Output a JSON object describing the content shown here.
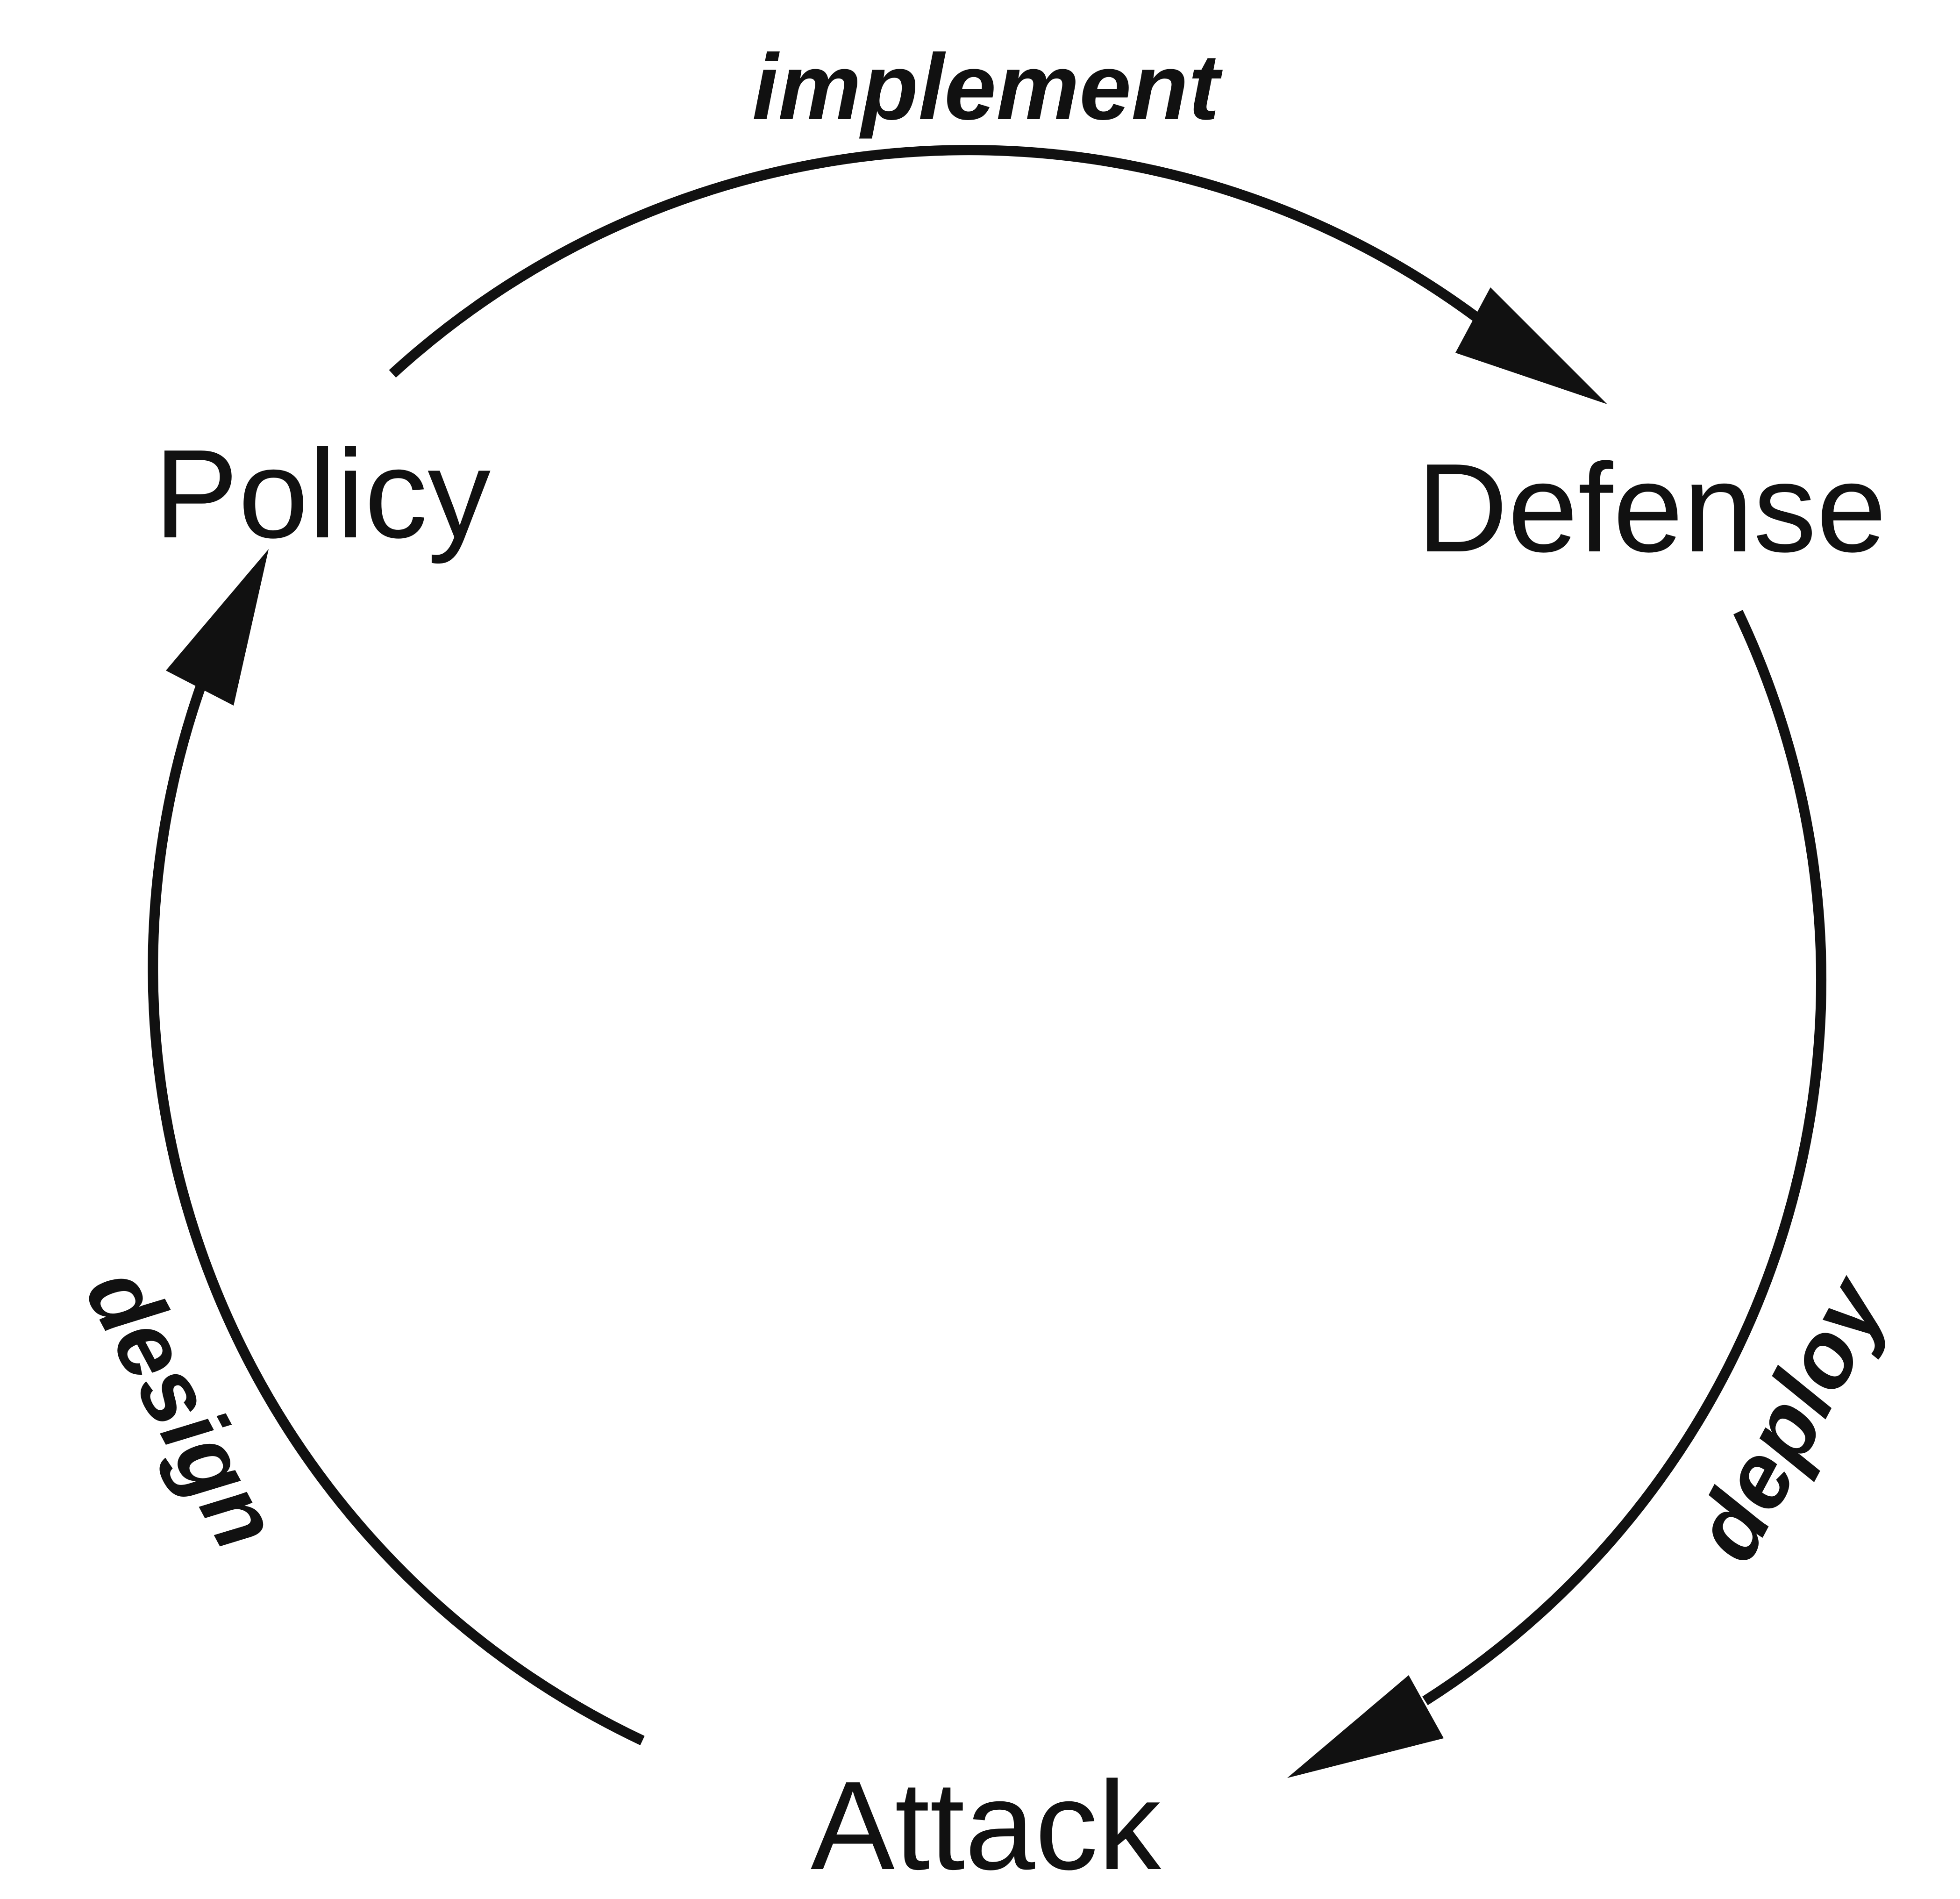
{
  "nodes": {
    "policy": "Policy",
    "defense": "Defense",
    "attack": "Attack"
  },
  "edges": {
    "implement": "implement",
    "deploy": "deploy",
    "design": "design"
  },
  "colors": {
    "ink": "#111111",
    "background": "#ffffff"
  }
}
